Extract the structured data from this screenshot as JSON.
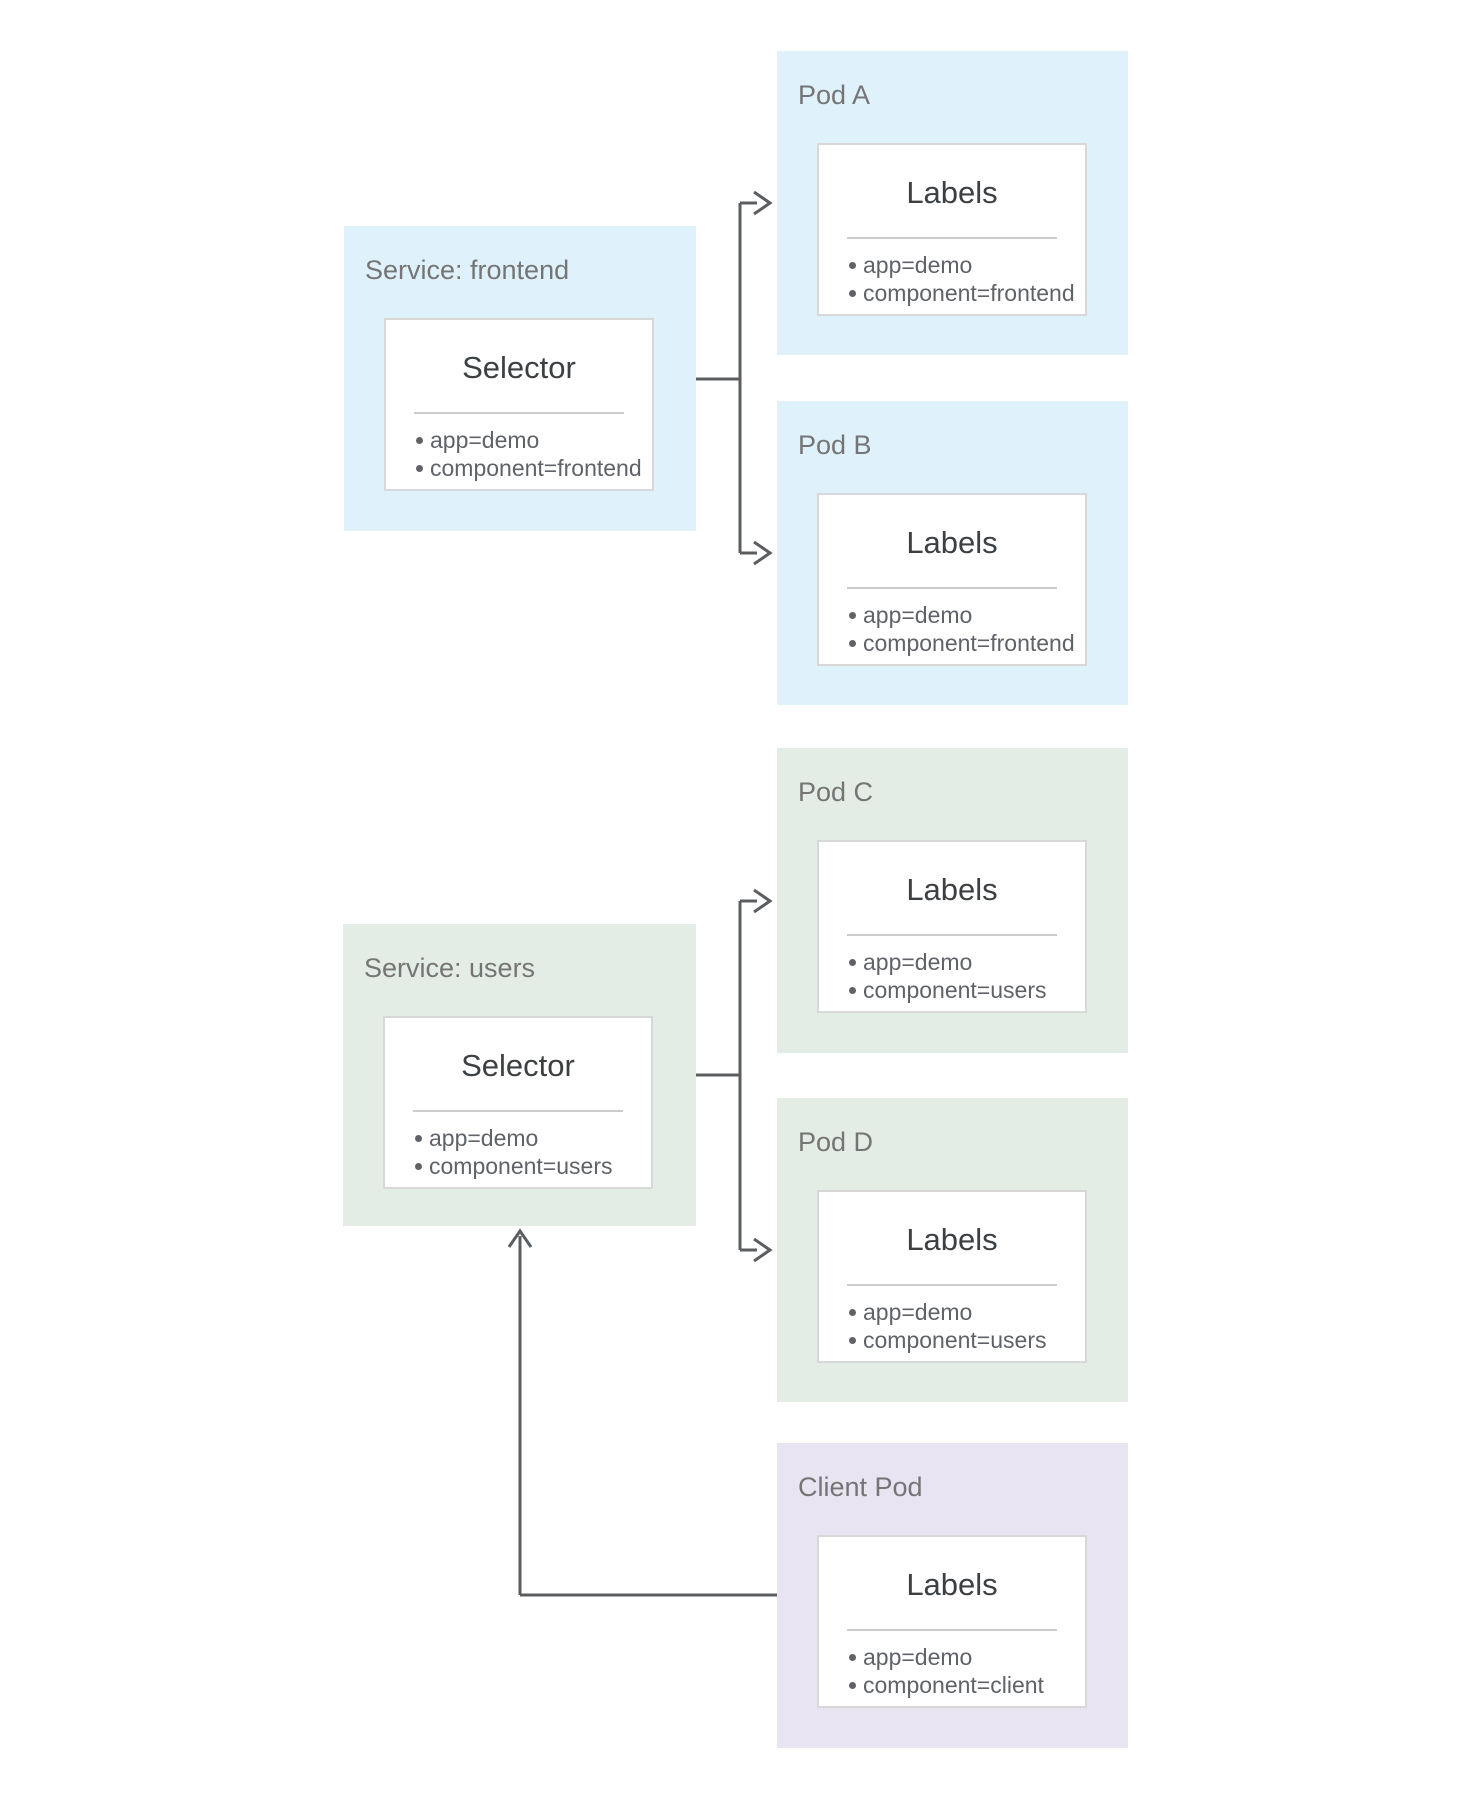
{
  "diagram": {
    "description_visible": false,
    "nodes": [
      {
        "id": "service-frontend",
        "title": "Service: frontend",
        "card_heading": "Selector",
        "items": [
          "app=demo",
          "component=frontend"
        ],
        "color": "blue"
      },
      {
        "id": "pod-a",
        "title": "Pod A",
        "card_heading": "Labels",
        "items": [
          "app=demo",
          "component=frontend"
        ],
        "color": "blue"
      },
      {
        "id": "pod-b",
        "title": "Pod B",
        "card_heading": "Labels",
        "items": [
          "app=demo",
          "component=frontend"
        ],
        "color": "blue"
      },
      {
        "id": "pod-c",
        "title": "Pod C",
        "card_heading": "Labels",
        "items": [
          "app=demo",
          "component=users"
        ],
        "color": "green"
      },
      {
        "id": "service-users",
        "title": "Service: users",
        "card_heading": "Selector",
        "items": [
          "app=demo",
          "component=users"
        ],
        "color": "green"
      },
      {
        "id": "pod-d",
        "title": "Pod D",
        "card_heading": "Labels",
        "items": [
          "app=demo",
          "component=users"
        ],
        "color": "green"
      },
      {
        "id": "client-pod",
        "title": "Client Pod",
        "card_heading": "Labels",
        "items": [
          "app=demo",
          "component=client"
        ],
        "color": "purple"
      }
    ],
    "edges": [
      {
        "from": "service-frontend",
        "to": "pod-a"
      },
      {
        "from": "service-frontend",
        "to": "pod-b"
      },
      {
        "from": "service-users",
        "to": "pod-c"
      },
      {
        "from": "service-users",
        "to": "pod-d"
      },
      {
        "from": "client-pod",
        "to": "service-users"
      }
    ]
  },
  "colors": {
    "bg": "#FFFFFF",
    "blue": "#DFF2FC",
    "green": "#E3EDE5",
    "purple": "#E8E4F2",
    "card_bg": "#FFFFFF",
    "card_border": "#D8D8D8",
    "divider": "#CCCCCC",
    "title_text": "#757575",
    "heading_text": "#3C4043",
    "item_text": "#5F6368",
    "arrow": "#5B5E61"
  }
}
